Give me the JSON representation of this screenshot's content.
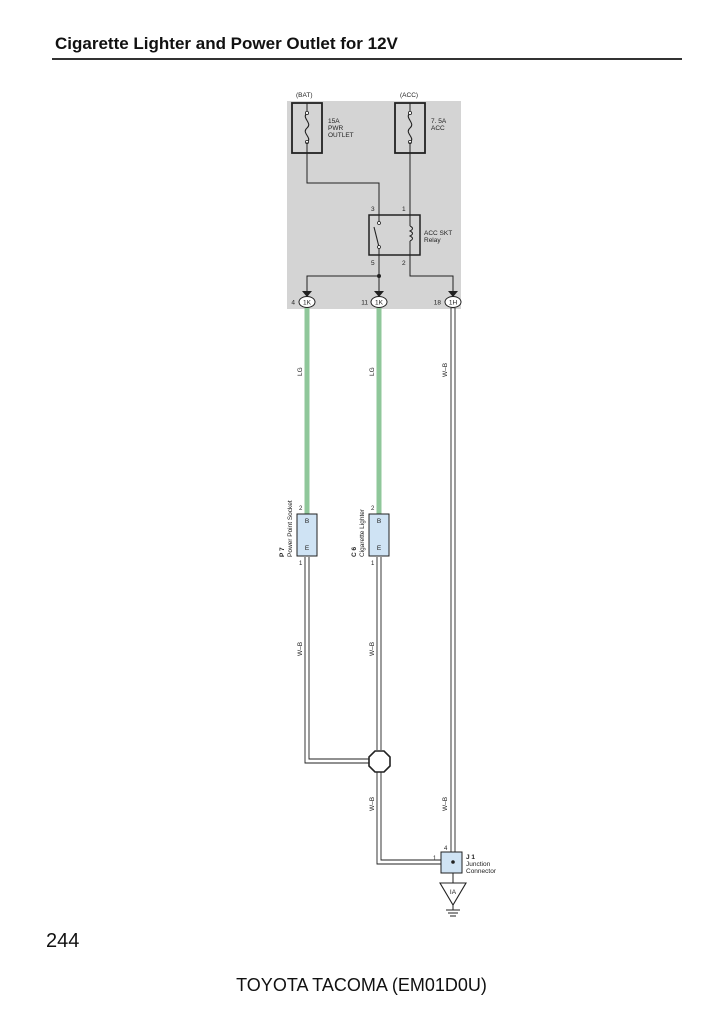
{
  "page": {
    "title": "Cigarette Lighter and Power Outlet for 12V",
    "page_number": "244",
    "footer": "TOYOTA TACOMA (EM01D0U)"
  },
  "junction_block": {
    "fuses": [
      {
        "source": "(BAT)",
        "lines": [
          "15A",
          "PWR",
          "OUTLET"
        ]
      },
      {
        "source": "(ACC)",
        "lines": [
          "7. 5A",
          "ACC"
        ]
      }
    ],
    "relay": {
      "lines": [
        "ACC SKT",
        "Relay"
      ],
      "pins": [
        "3",
        "1",
        "5",
        "2"
      ]
    },
    "connectors": [
      {
        "pin": "4",
        "code": "1K"
      },
      {
        "pin": "11",
        "code": "1K"
      },
      {
        "pin": "18",
        "code": "1H"
      }
    ]
  },
  "wires": {
    "lg": "LG",
    "wb": "W–B"
  },
  "colors": {
    "panel": "#d4d4d4",
    "lg_wire": "#8fc79a",
    "connector_fill": "#cfe3f4"
  },
  "components": [
    {
      "code": "P 7",
      "name": "Power Point Socket",
      "top_pin": "2",
      "bottom_pin": "1",
      "top_label": "B",
      "bottom_label": "E"
    },
    {
      "code": "C 6",
      "name": "Cigarette Lighter",
      "top_pin": "2",
      "bottom_pin": "1",
      "top_label": "B",
      "bottom_label": "E"
    }
  ],
  "junction_connector": {
    "code": "J 1",
    "lines": [
      "Junction",
      "Connector"
    ],
    "pin_top": "4",
    "pin_left": "1"
  },
  "ground": {
    "code": "IA"
  }
}
